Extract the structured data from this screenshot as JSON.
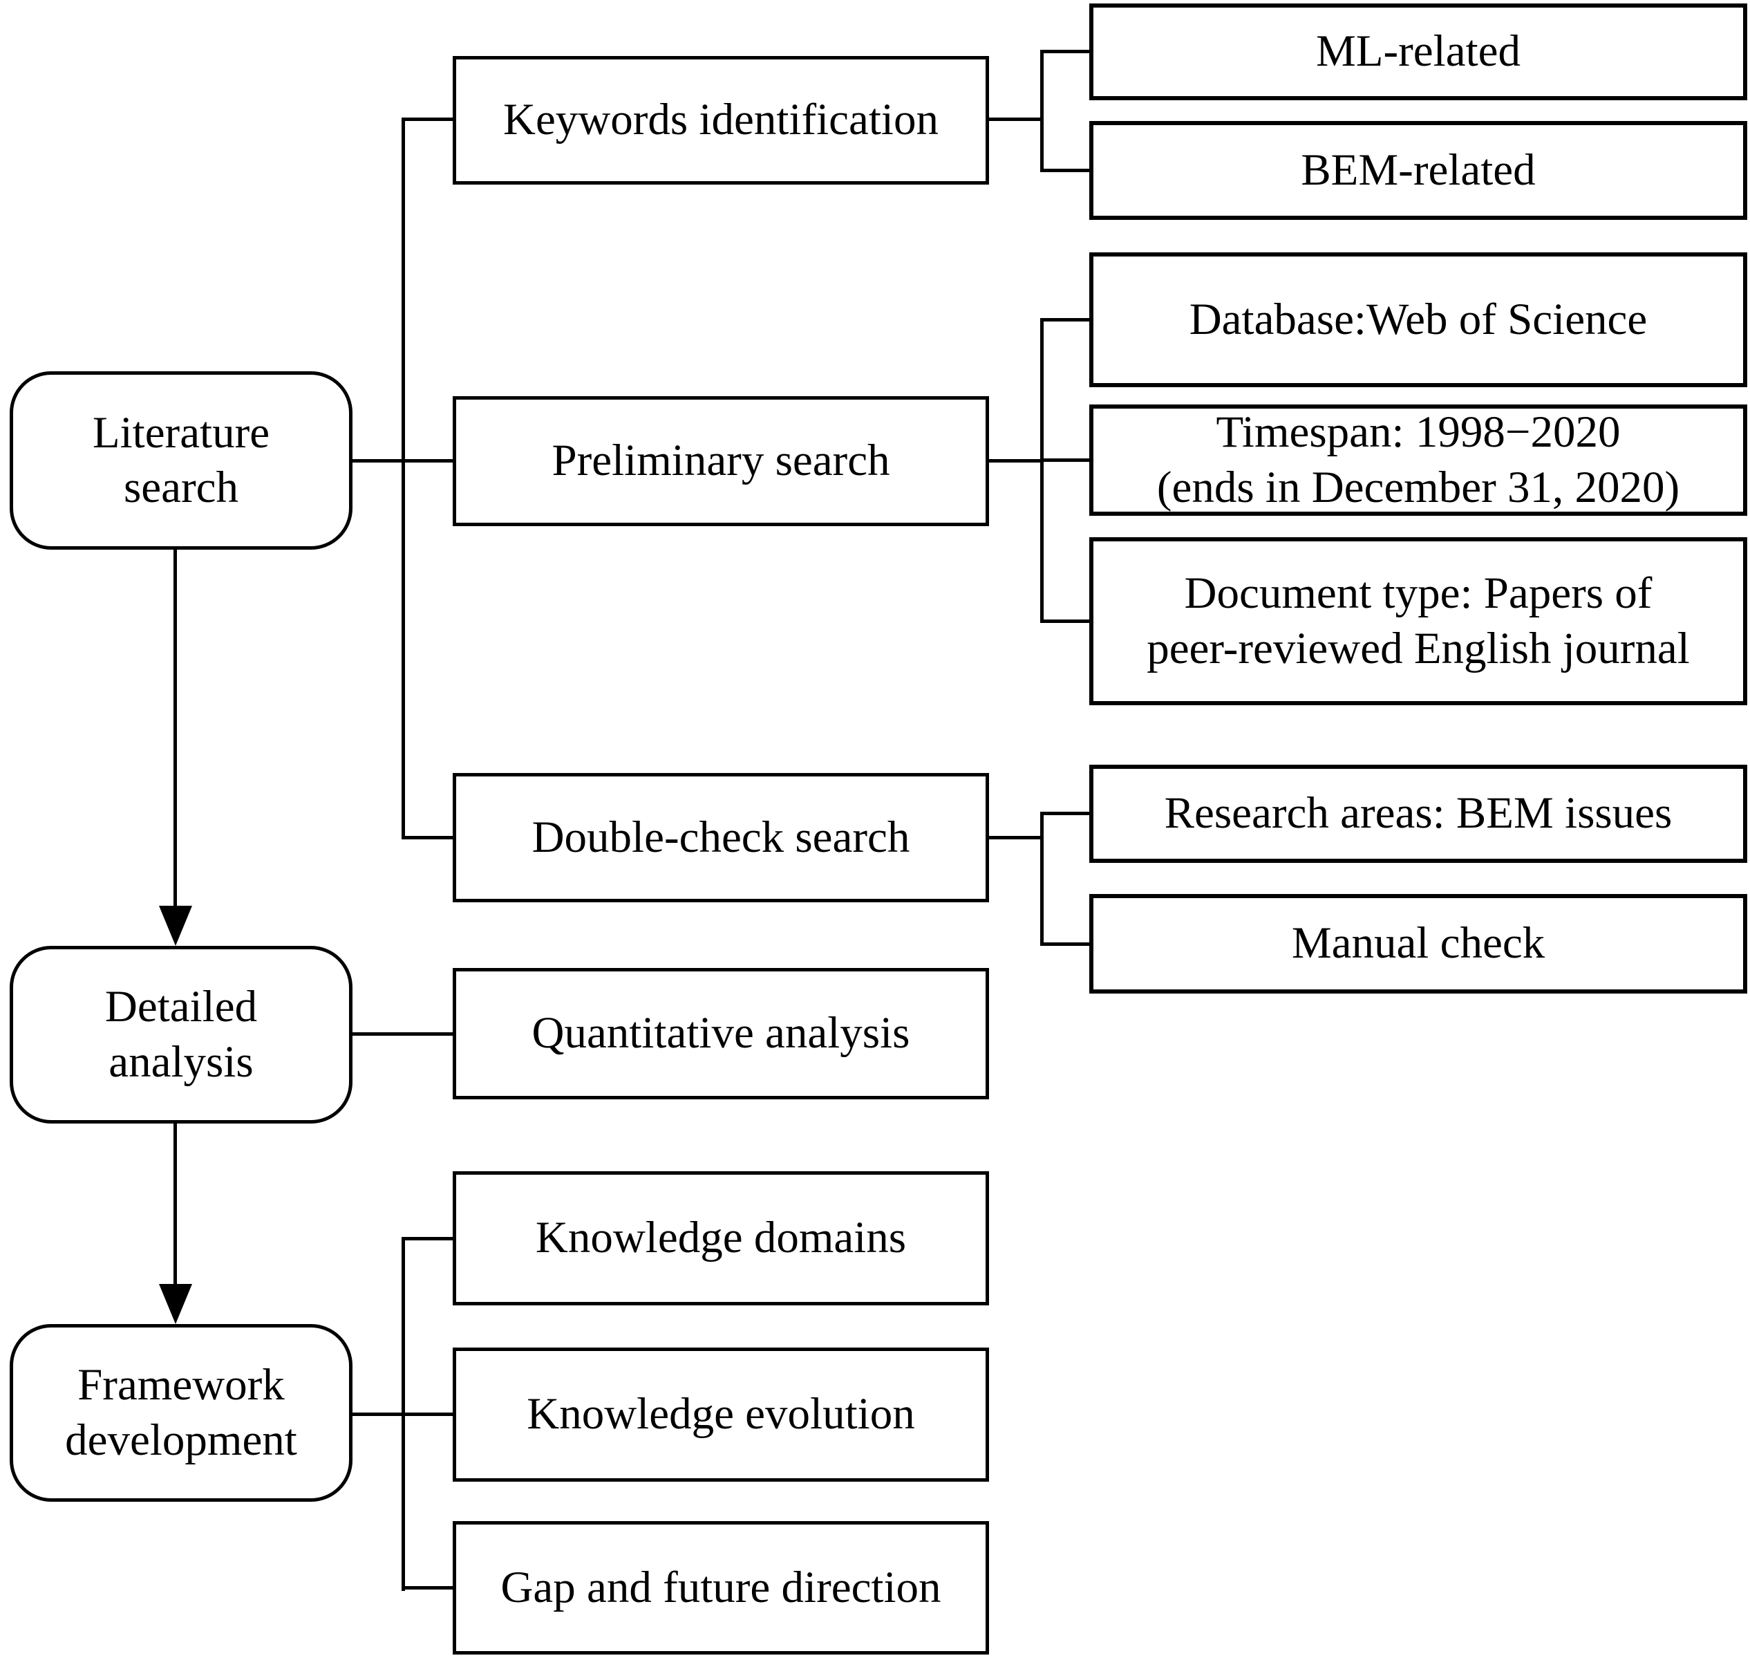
{
  "colors": {
    "background": "#ffffff",
    "line": "#000000",
    "text": "#000000"
  },
  "nodes": {
    "literature": {
      "label": "Literature\nsearch"
    },
    "detailed": {
      "label": "Detailed\nanalysis"
    },
    "framework": {
      "label": "Framework\ndevelopment"
    },
    "keywords": {
      "label": "Keywords identification"
    },
    "preliminary": {
      "label": "Preliminary search"
    },
    "doublecheck": {
      "label": "Double-check search"
    },
    "quantitative": {
      "label": "Quantitative analysis"
    },
    "domains": {
      "label": "Knowledge domains"
    },
    "evolution": {
      "label": "Knowledge evolution"
    },
    "gap": {
      "label": "Gap and future direction"
    },
    "ml": {
      "label": "ML-related"
    },
    "bem": {
      "label": "BEM-related"
    },
    "database": {
      "label": "Database:Web of Science"
    },
    "timespan": {
      "label": "Timespan: 1998−2020\n(ends in December 31, 2020)"
    },
    "document": {
      "label": "Document type: Papers of\npeer-reviewed English journal"
    },
    "research": {
      "label": "Research areas: BEM issues"
    },
    "manual": {
      "label": "Manual check"
    }
  },
  "edges": [
    {
      "from": "literature",
      "to": "keywords",
      "arrow": false
    },
    {
      "from": "literature",
      "to": "preliminary",
      "arrow": false
    },
    {
      "from": "literature",
      "to": "doublecheck",
      "arrow": false
    },
    {
      "from": "keywords",
      "to": "ml",
      "arrow": false
    },
    {
      "from": "keywords",
      "to": "bem",
      "arrow": false
    },
    {
      "from": "preliminary",
      "to": "database",
      "arrow": false
    },
    {
      "from": "preliminary",
      "to": "timespan",
      "arrow": false
    },
    {
      "from": "preliminary",
      "to": "document",
      "arrow": false
    },
    {
      "from": "doublecheck",
      "to": "research",
      "arrow": false
    },
    {
      "from": "doublecheck",
      "to": "manual",
      "arrow": false
    },
    {
      "from": "literature",
      "to": "detailed",
      "arrow": true
    },
    {
      "from": "detailed",
      "to": "quantitative",
      "arrow": false
    },
    {
      "from": "detailed",
      "to": "framework",
      "arrow": true
    },
    {
      "from": "framework",
      "to": "domains",
      "arrow": false
    },
    {
      "from": "framework",
      "to": "evolution",
      "arrow": false
    },
    {
      "from": "framework",
      "to": "gap",
      "arrow": false
    }
  ]
}
